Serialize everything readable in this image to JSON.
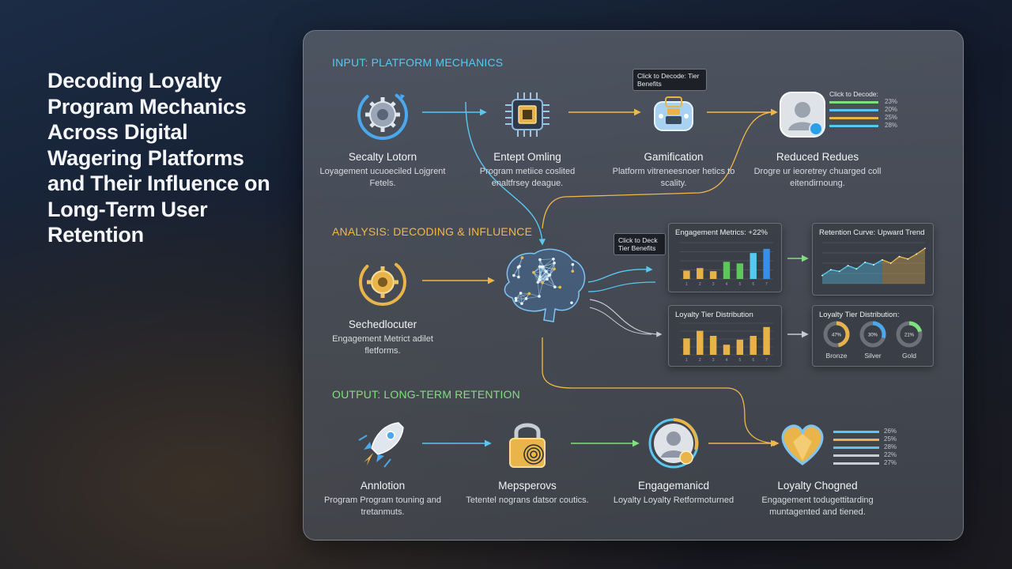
{
  "title": "Decoding Loyalty Program Mechanics Across Digital Wagering Platforms and Their Influence on Long-Term User Retention",
  "sections": {
    "input": "INPUT: PLATFORM MECHANICS",
    "analysis": "ANALYSIS: DECODING & INFLUENCE",
    "output": "OUTPUT: LONG-TERM RETENTION"
  },
  "colors": {
    "input": "#58c8f0",
    "analysis": "#f0b84a",
    "output": "#7ee07e",
    "accent_blue": "#4aa8ee",
    "gold": "#e9b54a"
  },
  "input_nodes": [
    {
      "icon": "gear-cycle-icon",
      "name": "Secalty Lotorn",
      "desc": "Loyagement ucuoeciled Lojgrent Fetels."
    },
    {
      "icon": "cpu-chip-icon",
      "name": "Entept Omling",
      "desc": "Program metiice coslited enaltfrsey deague."
    },
    {
      "icon": "gamification-icon",
      "name": "Gamification",
      "desc": "Platform vitreneesnoer hetics to scality."
    },
    {
      "icon": "user-profile-icon",
      "name": "Reduced Redues",
      "desc": "Drogre ur ieoretrey chuarged coll eitendirnoung."
    }
  ],
  "analysis_node": {
    "icon": "gear-cycle-gold-icon",
    "name": "Sechedlocuter",
    "desc": "Engagement Metrict adilet fletforms."
  },
  "brain_icon": "neural-brain-icon",
  "tooltips": {
    "gamification": "Click to Decode: Tier Benefits",
    "profile": "Click to Decode:",
    "brain": "Click to Deck Tier Benefits"
  },
  "output_nodes": [
    {
      "icon": "rocket-icon",
      "name": "Annlotion",
      "desc": "Program Program touning and tretanmuts."
    },
    {
      "icon": "padlock-fingerprint-icon",
      "name": "Mepsperovs",
      "desc": "Tetentel nograns datsor coutics."
    },
    {
      "icon": "engaged-user-icon",
      "name": "Engagemanicd",
      "desc": "Loyalty Loyalty Retformoturned"
    },
    {
      "icon": "golden-heart-icon",
      "name": "Loyalty Chogned",
      "desc": "Engagement todugettitarding muntagented and tiened."
    }
  ],
  "profile_bars": [
    "23%",
    "20%",
    "25%",
    "28%"
  ],
  "heart_bars": [
    "26%",
    "25%",
    "28%",
    "22%",
    "27%"
  ],
  "chart_data": [
    {
      "type": "bar",
      "title": "Engagement Metrics: +22%",
      "categories": [
        "1",
        "2",
        "3",
        "4",
        "5",
        "6",
        "7"
      ],
      "values": [
        16,
        21,
        15,
        33,
        30,
        50,
        58
      ],
      "bar_colors": [
        "#e8b24a",
        "#e8b24a",
        "#e8b24a",
        "#5cc85a",
        "#5cc85a",
        "#58c8f0",
        "#3a8ee8"
      ],
      "ylim": [
        0,
        70
      ]
    },
    {
      "type": "area",
      "title": "Retention Curve: Upward Trend",
      "x": [
        0,
        1,
        2,
        3,
        4,
        5,
        6,
        7,
        8,
        9,
        10,
        11,
        12
      ],
      "values": [
        20,
        34,
        30,
        44,
        36,
        52,
        46,
        58,
        50,
        66,
        60,
        72,
        86
      ],
      "ylim": [
        0,
        100
      ]
    },
    {
      "type": "bar",
      "title": "Loyalty Tier Distribution",
      "categories": [
        "1",
        "2",
        "3",
        "4",
        "5",
        "6",
        "7"
      ],
      "values": [
        26,
        38,
        30,
        16,
        24,
        30,
        44
      ],
      "ylim": [
        0,
        50
      ]
    },
    {
      "type": "pie",
      "title": "Loyalty Tier Distribution:",
      "slices": [
        {
          "label": "Bronze",
          "value": 47,
          "text": "47%"
        },
        {
          "label": "Silver",
          "value": 30,
          "text": "30%"
        },
        {
          "label": "Gold",
          "value": 21,
          "text": "21%"
        }
      ]
    }
  ]
}
